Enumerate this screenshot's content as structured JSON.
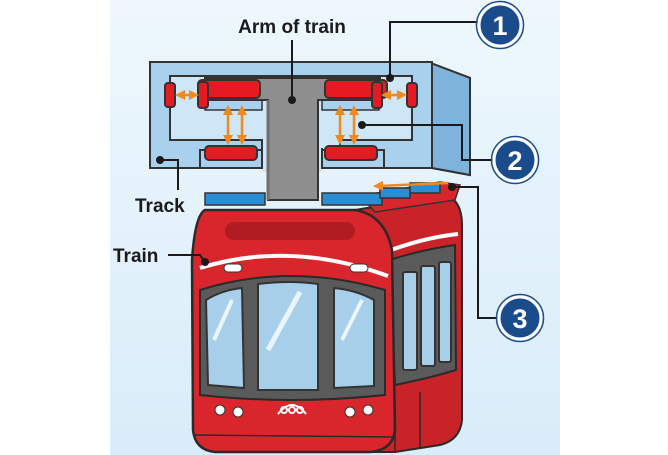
{
  "labels": {
    "arm": "Arm of train",
    "track": "Track",
    "train": "Train"
  },
  "callouts": [
    "1",
    "2",
    "3"
  ],
  "colors": {
    "background": "#e3f1fb",
    "track": "#a9d1ee",
    "wheel": "#e51b24",
    "arm": "#8e8e8e",
    "train_body": "#d8262c",
    "arrow": "#f08a1c",
    "callout": "#1a4c8c"
  }
}
